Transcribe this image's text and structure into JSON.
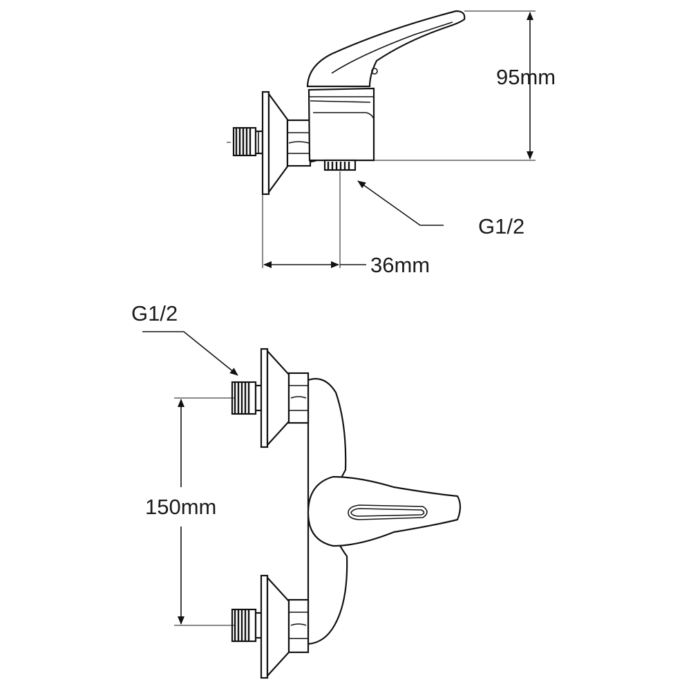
{
  "diagram": {
    "top_view": {
      "height_label": "95mm",
      "outlet_thread_label": "G1/2",
      "projection_label": "36mm"
    },
    "front_view": {
      "inlet_thread_label": "G1/2",
      "centers_label": "150mm"
    }
  }
}
